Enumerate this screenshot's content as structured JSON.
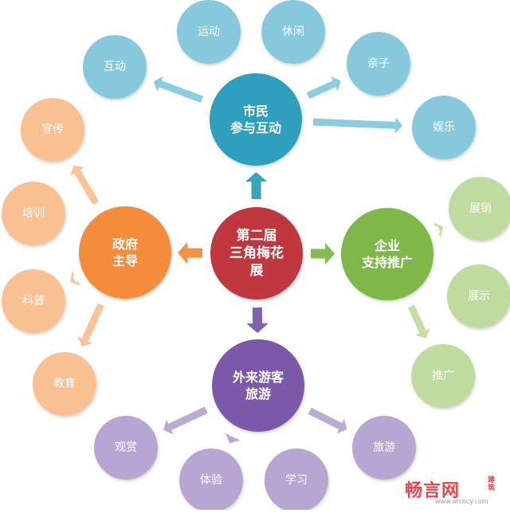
{
  "colors": {
    "center": "#c0373e",
    "blue": "#2f9fbd",
    "blue_light": "#86c9dd",
    "orange": "#f38d3b",
    "orange_light": "#f9c192",
    "green": "#7fb84a",
    "green_light": "#c0db9e",
    "purple": "#7a5aa8",
    "purple_light": "#b7a6d2"
  },
  "center": {
    "lines": [
      "第二届",
      "三角梅花",
      "展"
    ]
  },
  "hubs": [
    {
      "key": "top",
      "color": "blue",
      "light": "blue_light",
      "lines": [
        "市民",
        "参与互动"
      ],
      "satellites": [
        "互动",
        "运动",
        "休闲",
        "亲子",
        "娱乐"
      ]
    },
    {
      "key": "left",
      "color": "orange",
      "light": "orange_light",
      "lines": [
        "政府",
        "主导"
      ],
      "satellites": [
        "宣传",
        "培训",
        "科普",
        "教育"
      ]
    },
    {
      "key": "right",
      "color": "green",
      "light": "green_light",
      "lines": [
        "企业",
        "支持推广"
      ],
      "satellites": [
        "展销",
        "展示",
        "推广"
      ]
    },
    {
      "key": "bottom",
      "color": "purple",
      "light": "purple_light",
      "lines": [
        "外来游客",
        "旅游"
      ],
      "satellites": [
        "观赏",
        "体验",
        "学习",
        "旅游"
      ]
    }
  ],
  "watermark": {
    "brand": "畅言网",
    "side": "建筑",
    "url": "www.archcy.com"
  }
}
